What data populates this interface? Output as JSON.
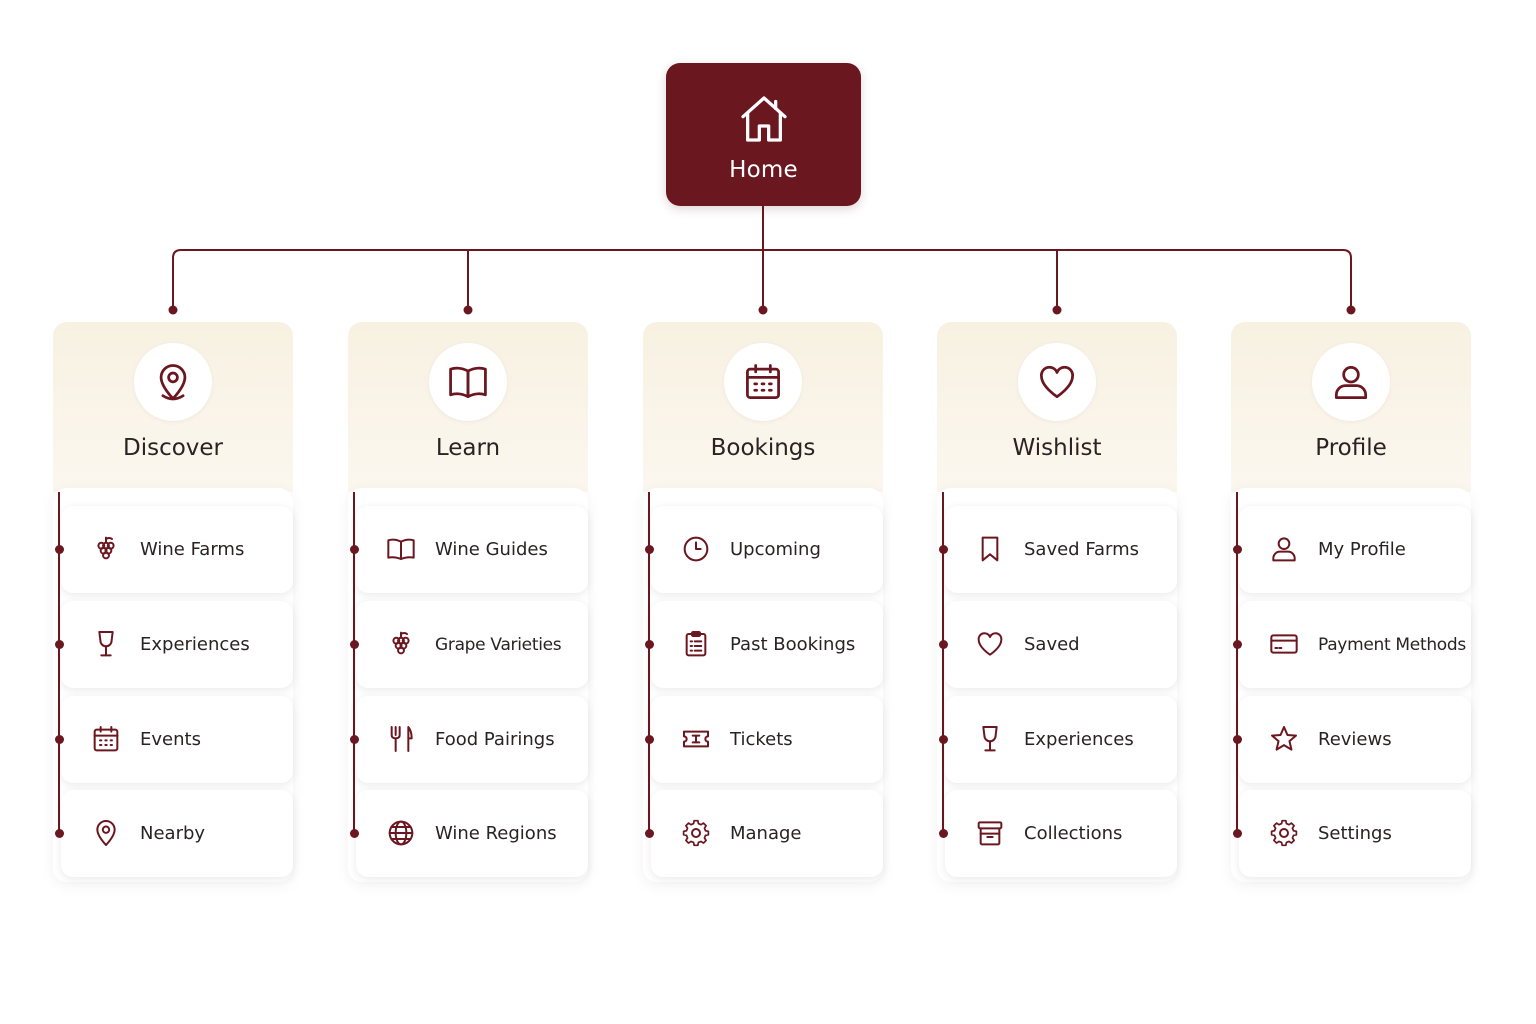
{
  "colors": {
    "primary": "#6b1720",
    "header_bg": "#f8f1e2",
    "card_bg": "#ffffff",
    "text": "#2a2223"
  },
  "home": {
    "label": "Home",
    "icon": "home-icon"
  },
  "columns": [
    {
      "title": "Discover",
      "icon": "map-pin-icon",
      "items": [
        {
          "label": "Wine Farms",
          "icon": "grapes-icon"
        },
        {
          "label": "Experiences",
          "icon": "wine-glass-icon"
        },
        {
          "label": "Events",
          "icon": "calendar-icon"
        },
        {
          "label": "Nearby",
          "icon": "location-pin-icon"
        }
      ]
    },
    {
      "title": "Learn",
      "icon": "open-book-icon",
      "items": [
        {
          "label": "Wine Guides",
          "icon": "book-icon"
        },
        {
          "label": "Grape Varieties",
          "icon": "grapes-icon"
        },
        {
          "label": "Food Pairings",
          "icon": "fork-knife-icon"
        },
        {
          "label": "Wine Regions",
          "icon": "globe-icon"
        }
      ]
    },
    {
      "title": "Bookings",
      "icon": "calendar-icon",
      "items": [
        {
          "label": "Upcoming",
          "icon": "clock-icon"
        },
        {
          "label": "Past Bookings",
          "icon": "clipboard-icon"
        },
        {
          "label": "Tickets",
          "icon": "ticket-icon"
        },
        {
          "label": "Manage",
          "icon": "gear-icon"
        }
      ]
    },
    {
      "title": "Wishlist",
      "icon": "heart-icon",
      "items": [
        {
          "label": "Saved Farms",
          "icon": "bookmark-icon"
        },
        {
          "label": "Saved",
          "icon": "heart-icon"
        },
        {
          "label": "Experiences",
          "icon": "wine-glass-icon"
        },
        {
          "label": "Collections",
          "icon": "archive-box-icon"
        }
      ]
    },
    {
      "title": "Profile",
      "icon": "user-icon",
      "items": [
        {
          "label": "My Profile",
          "icon": "user-icon"
        },
        {
          "label": "Payment Methods",
          "icon": "credit-card-icon"
        },
        {
          "label": "Reviews",
          "icon": "star-icon"
        },
        {
          "label": "Settings",
          "icon": "gear-icon"
        }
      ]
    }
  ]
}
